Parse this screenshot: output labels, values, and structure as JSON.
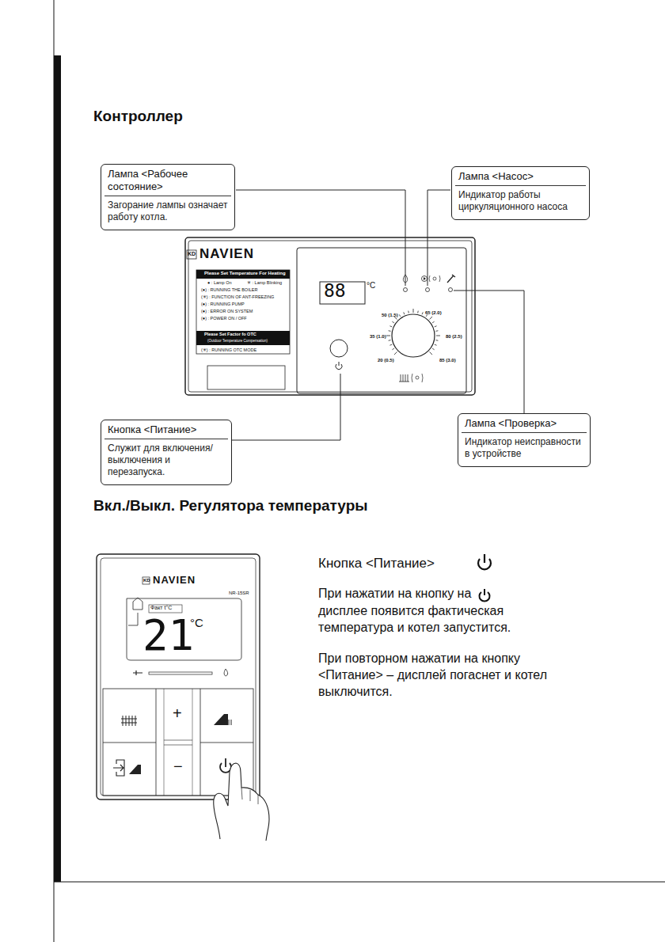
{
  "diagram": {
    "title": "Контроллер",
    "nodes": [
      {
        "text": [
          "Лампа <Рабочее состояние>",
          "Загорание лампы означает работу котла."
        ]
      },
      {
        "text": [
          "Лампа <Насос>",
          "Индикатор работы циркуляционного насоса"
        ]
      },
      {
        "text": [
          "Кнопка <Питание>",
          "Служит для включения/ выключения и перезапуска."
        ]
      },
      {
        "text": [
          "Лампа <Проверка>",
          "Индикатор неисправности в устройстве"
        ]
      }
    ],
    "labels": [
      "Вкл./Выкл. Регулятора температуры",
      "KD",
      "NAVIEN",
      "Please Set Temperature For Heating",
      "● : Lamp On",
      "✳ : Lamp Blinking",
      "(●) : RUNNING THE BOILER",
      "(✳) : FUNCTION OF ANT-FREEZING",
      "(●) : RUNNING PUMP",
      "(●) : ERROR ON SYSTEM",
      "(●) : POWER ON / OFF",
      "Please Set Factor fo OTC",
      "(Outdoor Temperature Compensation)",
      "(✳) : RUNNING OTC MODE",
      "88",
      "°C",
      "50 (1.5)",
      "65 (2.0)",
      "35 (1.0)",
      "80 (2.5)",
      "20 (0.5)",
      "85 (3.0)",
      "KD",
      "NAVIEN",
      "NR-15SR",
      "Факт t°C",
      "21",
      "°C",
      "+",
      "−",
      "Кнопка <Питание>",
      "При нажатии на кнопку на",
      "дисплее появится фактическая температура и котел запустится.",
      "При повторном нажатии на кнопку <Питание> – дисплей погаснет и котел выключится."
    ]
  }
}
